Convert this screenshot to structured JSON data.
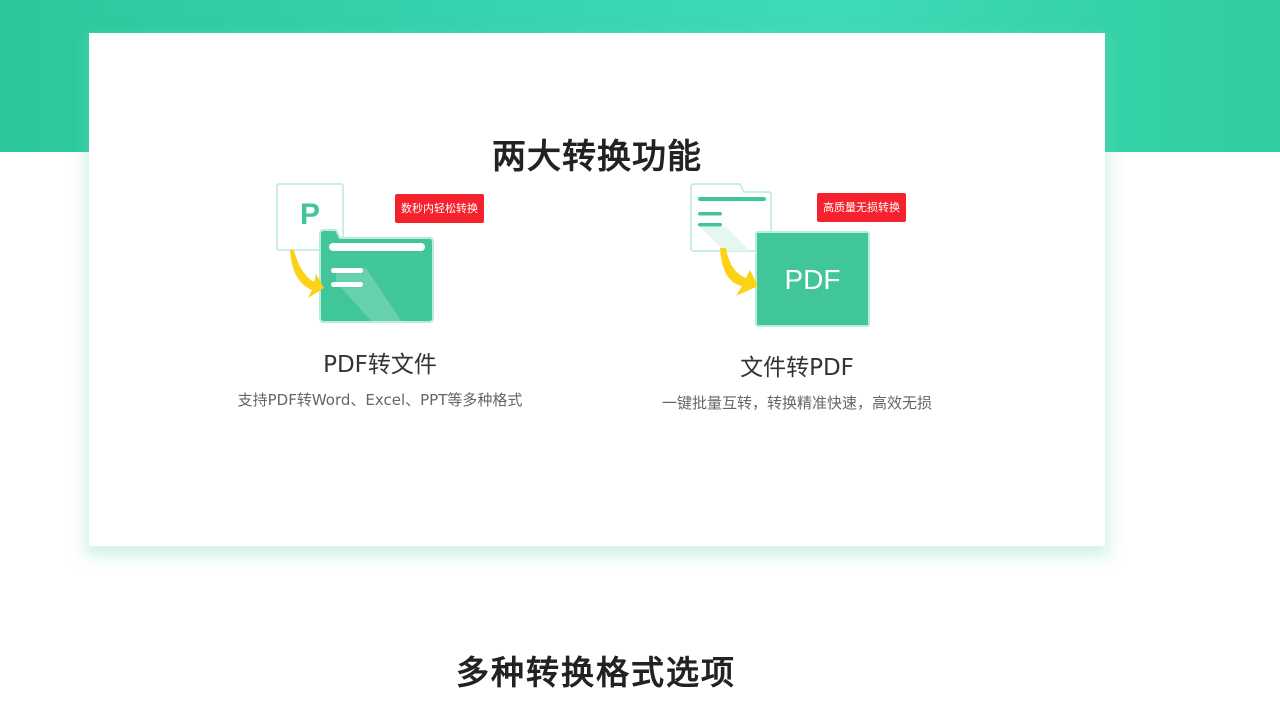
{
  "hero": {
    "bg_color_start": "#2cc79c",
    "bg_color_end": "#3edbb8"
  },
  "section1": {
    "title": "两大转换功能",
    "features": [
      {
        "icon": "pdf-to-file-icon",
        "badge": "数秒内轻松转换",
        "name": "PDF转文件",
        "desc": "支持PDF转Word、Excel、PPT等多种格式"
      },
      {
        "icon": "file-to-pdf-icon",
        "badge": "高质量无损转换",
        "name": "文件转PDF",
        "desc": "一键批量互转，转换精准快速，高效无损",
        "icon_text": "PDF"
      }
    ],
    "file_letter": "P"
  },
  "section2": {
    "title": "多种转换格式选项"
  },
  "colors": {
    "accent": "#41c59a",
    "badge": "#f5222d",
    "arrow": "#fcd116"
  }
}
